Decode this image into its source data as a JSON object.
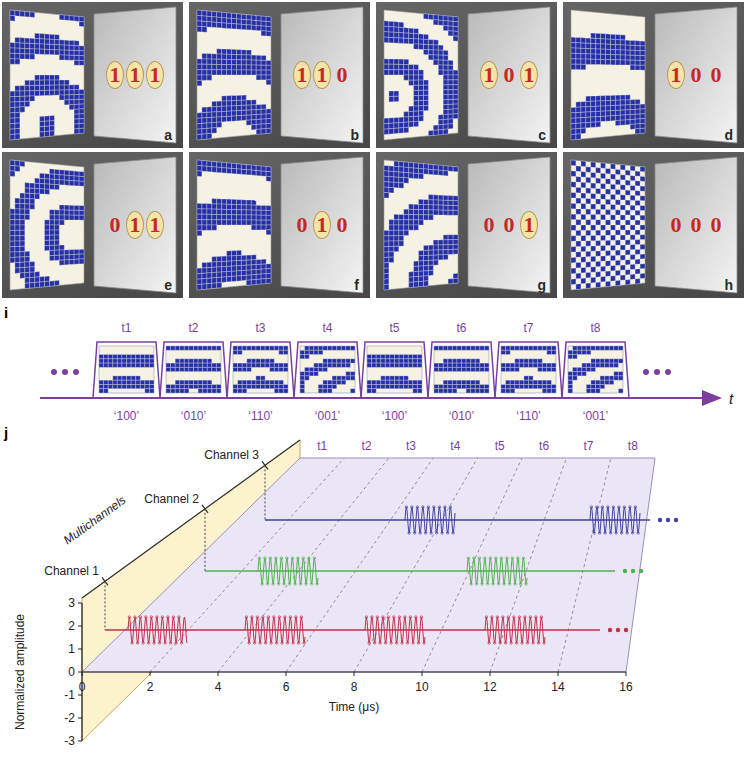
{
  "diagram": {
    "nodes": [
      {
        "text": [
          "a"
        ]
      },
      {
        "text": [
          "1"
        ],
        "in": 0
      },
      {
        "text": [
          "1"
        ],
        "in": 0
      },
      {
        "text": [
          "1"
        ],
        "in": 0
      },
      {
        "text": [
          "b"
        ]
      },
      {
        "text": [
          "1"
        ],
        "in": 4
      },
      {
        "text": [
          "1"
        ],
        "in": 4
      },
      {
        "text": [
          "c"
        ]
      },
      {
        "text": [
          "1"
        ],
        "in": 7
      },
      {
        "text": [
          "1"
        ],
        "in": 7
      },
      {
        "text": [
          "d"
        ]
      },
      {
        "text": [
          "1"
        ],
        "in": 10
      },
      {
        "text": [
          "e"
        ]
      },
      {
        "text": [
          "1"
        ],
        "in": 12
      },
      {
        "text": [
          "1"
        ],
        "in": 12
      },
      {
        "text": [
          "f"
        ]
      },
      {
        "text": [
          "1"
        ],
        "in": 15
      },
      {
        "text": [
          "g"
        ]
      },
      {
        "text": [
          "1"
        ],
        "in": 17
      },
      {
        "text": [
          "h"
        ]
      }
    ],
    "labels": [
      "0",
      "0",
      "0",
      "0",
      "0",
      "0",
      "0",
      "0",
      "0",
      "0",
      "0",
      "0",
      "i",
      "t1",
      "t2",
      "t3",
      "t4",
      "t5",
      "t6",
      "t7",
      "t8",
      "‘100’",
      "‘010’",
      "‘110’",
      "‘001’",
      "‘100’",
      "‘010’",
      "‘110’",
      "‘001’",
      "j",
      "Multichannels",
      "Channel 3",
      "Channel 2",
      "Channel 1",
      "t1",
      "t2",
      "t3",
      "t4",
      "t5",
      "t6",
      "t7",
      "t8",
      "3",
      "2",
      "1",
      "0",
      "-1",
      "-2",
      "-3",
      "Normalized amplitude",
      "0",
      "2",
      "4",
      "6",
      "8",
      "10",
      "12",
      "14",
      "16",
      "Time (μs)",
      "t"
    ]
  }
}
